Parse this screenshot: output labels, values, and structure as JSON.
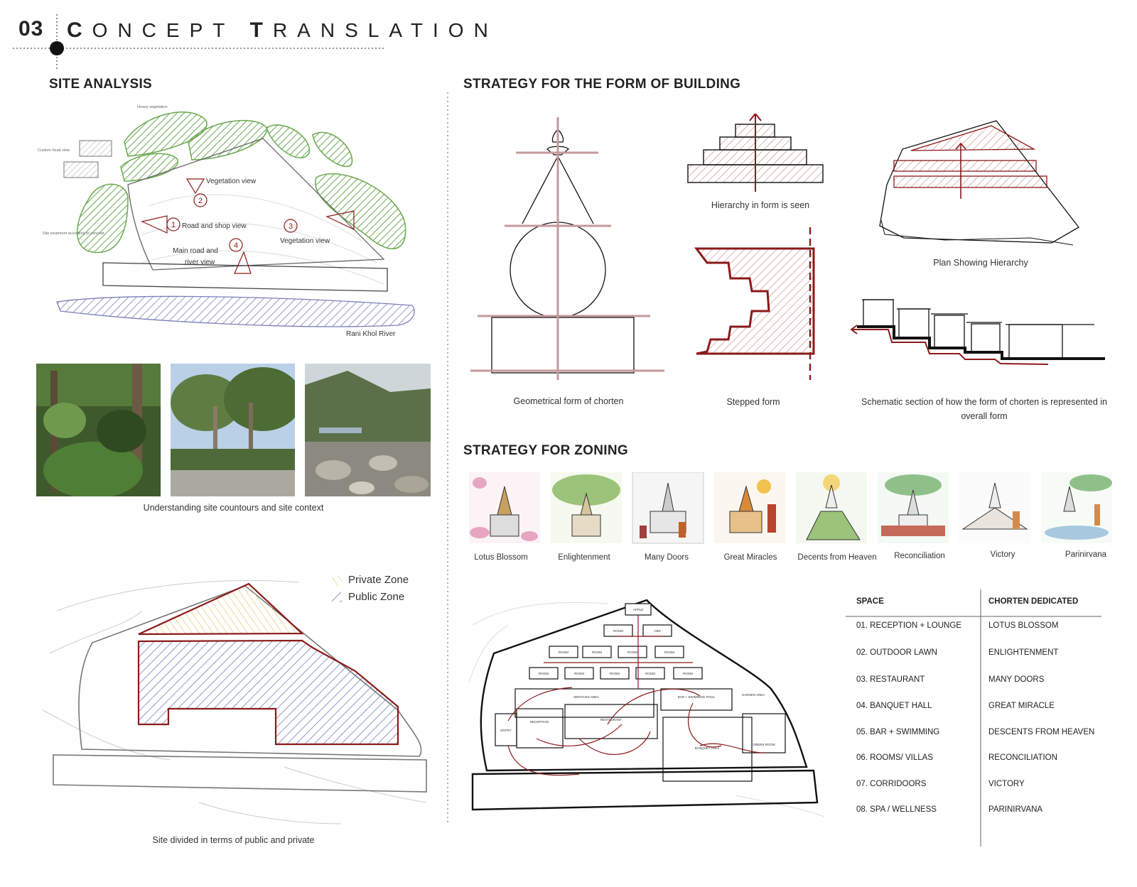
{
  "header": {
    "number": "03",
    "title_c": "C",
    "title_rest1": "ONCEPT",
    "title_t": "T",
    "title_rest2": "RANSLATION"
  },
  "site_analysis": {
    "title": "SITE ANALYSIS",
    "labels": {
      "heavy_vegetation": "Heavy vegetation",
      "custom_head": "Custom head view",
      "site_treatment": "Site treatment according to concept",
      "vegetation_view_2": "Vegetation view",
      "road_shop_view": "Road and shop view",
      "vegetation_view_3": "Vegetation view",
      "main_road_river_1": "Main road and",
      "main_road_river_2": "river view",
      "river": "Rani Khol River"
    },
    "view_numbers": [
      "1",
      "2",
      "3",
      "4"
    ],
    "photos_caption": "Understanding site countours and site context",
    "zoning_caption": "Site divided in terms of public and private",
    "legend": {
      "private": "Private Zone",
      "public": "Public Zone"
    }
  },
  "form_strategy": {
    "title": "STRATEGY FOR THE FORM OF BUILDING",
    "captions": {
      "chorten": "Geometrical form of chorten",
      "hierarchy": "Hierarchy in form is seen",
      "plan": "Plan Showing Hierarchy",
      "stepped": "Stepped form",
      "section_1": "Schematic section of how the form of chorten is represented in",
      "section_2": "overall form"
    }
  },
  "zoning_strategy": {
    "title": "STRATEGY FOR ZONING",
    "chortens": [
      "Lotus Blossom",
      "Enlightenment",
      "Many Doors",
      "Great Miracles",
      "Decents from Heaven",
      "Reconciliation",
      "Victory",
      "Parinirvana"
    ],
    "plan_labels": {
      "apple": "APPLE",
      "room": "ROOM",
      "cbd": "CBD",
      "services": "SERVICES AREA",
      "bar": "BAR + SWIMMING POOL",
      "garden": "GARDEN AREA",
      "entry": "ENTRY",
      "reception": "RECEPTION",
      "restaurant": "RESTAURANT",
      "banquet": "BANQUET HALL",
      "green_room": "GREEN ROOM"
    },
    "table": {
      "headers": [
        "SPACE",
        "CHORTEN DEDICATED"
      ],
      "rows": [
        [
          "01. RECEPTION + LOUNGE",
          "LOTUS BLOSSOM"
        ],
        [
          "02. OUTDOOR LAWN",
          "ENLIGHTENMENT"
        ],
        [
          "03. RESTAURANT",
          "MANY DOORS"
        ],
        [
          "04. BANQUET HALL",
          "GREAT MIRACLE"
        ],
        [
          "05. BAR + SWIMMING",
          "DESCENTS FROM HEAVEN"
        ],
        [
          "06. ROOMS/ VILLAS",
          "RECONCILIATION"
        ],
        [
          "07. CORRIDOORS",
          "VICTORY"
        ],
        [
          "08. SPA / WELLNESS",
          "PARINIRVANA"
        ]
      ]
    }
  },
  "colors": {
    "maroon": "#8b1a1a",
    "vegetation": "#6aa84f",
    "river": "#7b7fb8",
    "private": "#e8d57a",
    "public": "#5a6fb0"
  }
}
